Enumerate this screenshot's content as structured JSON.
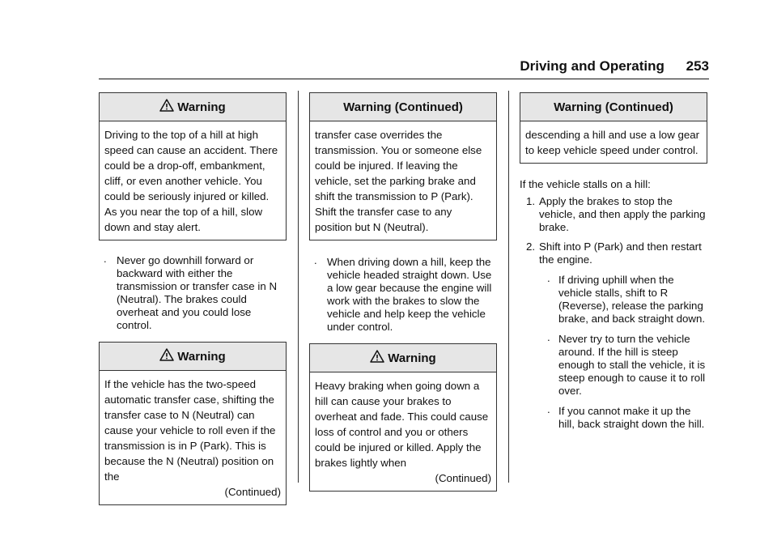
{
  "header": {
    "title": "Driving and Operating",
    "page_number": "253"
  },
  "col1": {
    "warning1": {
      "label": "Warning",
      "body": "Driving to the top of a hill at high speed can cause an accident. There could be a drop-off, embankment, cliff, or even another vehicle. You could be seriously injured or killed. As you near the top of a hill, slow down and stay alert."
    },
    "bullet1": "Never go downhill forward or backward with either the transmission or transfer case in N (Neutral). The brakes could overheat and you could lose control.",
    "warning2": {
      "label": "Warning",
      "body": "If the vehicle has the two-speed automatic transfer case, shifting the transfer case to N (Neutral) can cause your vehicle to roll even if the transmission is in P (Park). This is because the N (Neutral) position on the",
      "continued": "(Continued)"
    }
  },
  "col2": {
    "warning_cont": {
      "label": "Warning  (Continued)",
      "body": "transfer case overrides the transmission. You or someone else could be injured. If leaving the vehicle, set the parking brake and shift the transmission to P (Park). Shift the transfer case to any position but N (Neutral)."
    },
    "bullet1": "When driving down a hill, keep the vehicle headed straight down. Use a low gear because the engine will work with the brakes to slow the vehicle and help keep the vehicle under control.",
    "warning2": {
      "label": "Warning",
      "body": "Heavy braking when going down a hill can cause your brakes to overheat and fade. This could cause loss of control and you or others could be injured or killed. Apply the brakes lightly when",
      "continued": "(Continued)"
    }
  },
  "col3": {
    "warning_cont": {
      "label": "Warning  (Continued)",
      "body": "descending a hill and use a low gear to keep vehicle speed under control."
    },
    "intro": "If the vehicle stalls on a hill:",
    "steps": [
      {
        "num": "1.",
        "text": "Apply the brakes to stop the vehicle, and then apply the parking brake."
      },
      {
        "num": "2.",
        "text": "Shift into P (Park) and then restart the engine."
      }
    ],
    "sub_bullets": [
      "If driving uphill when the vehicle stalls, shift to R (Reverse), release the parking brake, and back straight down.",
      "Never try to turn the vehicle around. If the hill is steep enough to stall the vehicle, it is steep enough to cause it to roll over.",
      "If you cannot make it up the hill, back straight down the hill."
    ]
  },
  "bullet_glyph": ".",
  "warning_icon": "warning-triangle-icon"
}
